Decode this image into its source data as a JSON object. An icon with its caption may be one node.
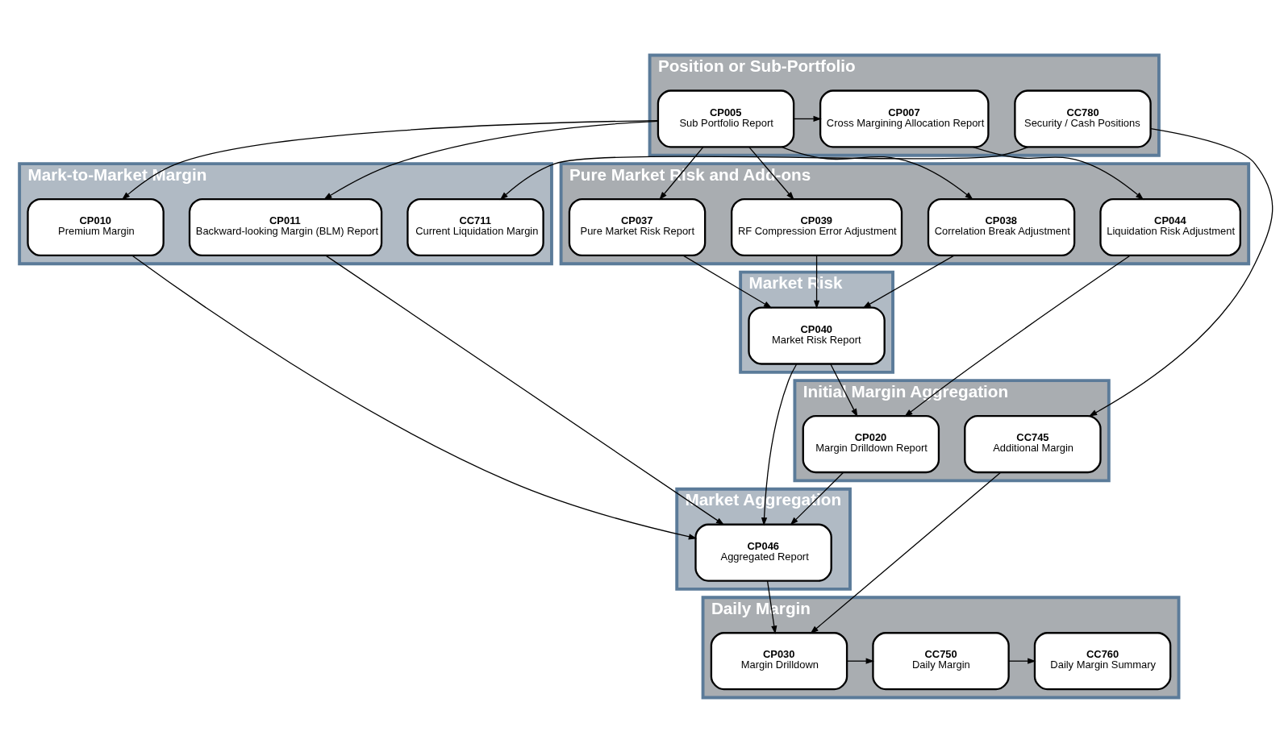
{
  "diagram": {
    "nodes": [
      {
        "text": [
          "Position or Sub-Portfolio"
        ]
      },
      {
        "text": [
          "CC780",
          "Security / Cash Positions"
        ],
        "in": 0
      },
      {
        "text": [
          "CP005",
          "Sub Portfolio Report"
        ],
        "in": 0
      },
      {
        "text": [
          "CP007",
          "Cross Margining Allocation Report"
        ],
        "in": 0
      },
      {
        "text": [
          "Mark-to-Market Margin"
        ]
      },
      {
        "text": [
          "CC711",
          "Current Liquidation Margin"
        ],
        "in": 4
      },
      {
        "text": [
          "CP010",
          "Premium Margin"
        ],
        "in": 4
      },
      {
        "text": [
          "CP011",
          "Backward-looking Margin (BLM) Report"
        ],
        "in": 4
      },
      {
        "text": [
          "Pure Market Risk and Add-ons"
        ]
      },
      {
        "text": [
          "CP037",
          "Pure Market Risk Report"
        ],
        "in": 8
      },
      {
        "text": [
          "CP038",
          "Correlation Break Adjustment"
        ],
        "in": 8
      },
      {
        "text": [
          "CP039",
          "RF Compression Error Adjustment"
        ],
        "in": 8
      },
      {
        "text": [
          "CP044",
          "Liquidation Risk Adjustment"
        ],
        "in": 8
      },
      {
        "text": [
          "Market Risk"
        ]
      },
      {
        "text": [
          "CP040",
          "Market Risk Report"
        ],
        "in": 13
      },
      {
        "text": [
          "Initial Margin Aggregation"
        ]
      },
      {
        "text": [
          "CC745",
          "Additional Margin"
        ],
        "in": 15
      },
      {
        "text": [
          "CP020",
          "Margin Drilldown Report"
        ],
        "in": 15
      },
      {
        "text": [
          "Market Aggregation"
        ]
      },
      {
        "text": [
          "CP046",
          "Aggregated Report"
        ],
        "in": 18
      },
      {
        "text": [
          "Daily Margin"
        ]
      },
      {
        "text": [
          "CP030",
          "Margin Drilldown"
        ],
        "in": 20
      },
      {
        "text": [
          "CC750",
          "Daily Margin"
        ],
        "in": 20
      },
      {
        "text": [
          "CC760",
          "Daily Margin Summary"
        ],
        "in": 20
      }
    ],
    "edges": [
      {
        "from": 1,
        "to": 5,
        "arrow": "to"
      },
      {
        "from": 1,
        "to": 16,
        "arrow": "to"
      },
      {
        "from": 2,
        "to": 6,
        "arrow": "to"
      },
      {
        "from": 2,
        "to": 7,
        "arrow": "to"
      },
      {
        "from": 2,
        "to": 3,
        "arrow": "to"
      },
      {
        "from": 2,
        "to": 9,
        "arrow": "to"
      },
      {
        "from": 2,
        "to": 10,
        "arrow": "to"
      },
      {
        "from": 2,
        "to": 11,
        "arrow": "to"
      },
      {
        "from": 3,
        "to": 12,
        "arrow": "to"
      },
      {
        "from": 9,
        "to": 14,
        "arrow": "to"
      },
      {
        "from": 10,
        "to": 14,
        "arrow": "to"
      },
      {
        "from": 11,
        "to": 14,
        "arrow": "to"
      },
      {
        "from": 12,
        "to": 17,
        "arrow": "to"
      },
      {
        "from": 14,
        "to": 17,
        "arrow": "to"
      },
      {
        "from": 14,
        "to": 19,
        "arrow": "to"
      },
      {
        "from": 6,
        "to": 19,
        "arrow": "to"
      },
      {
        "from": 7,
        "to": 19,
        "arrow": "to"
      },
      {
        "from": 17,
        "to": 19,
        "arrow": "to"
      },
      {
        "from": 19,
        "to": 21,
        "arrow": "to"
      },
      {
        "from": 16,
        "to": 21,
        "arrow": "to"
      },
      {
        "from": 21,
        "to": 22,
        "arrow": "to"
      },
      {
        "from": 22,
        "to": 23,
        "arrow": "to"
      }
    ]
  }
}
